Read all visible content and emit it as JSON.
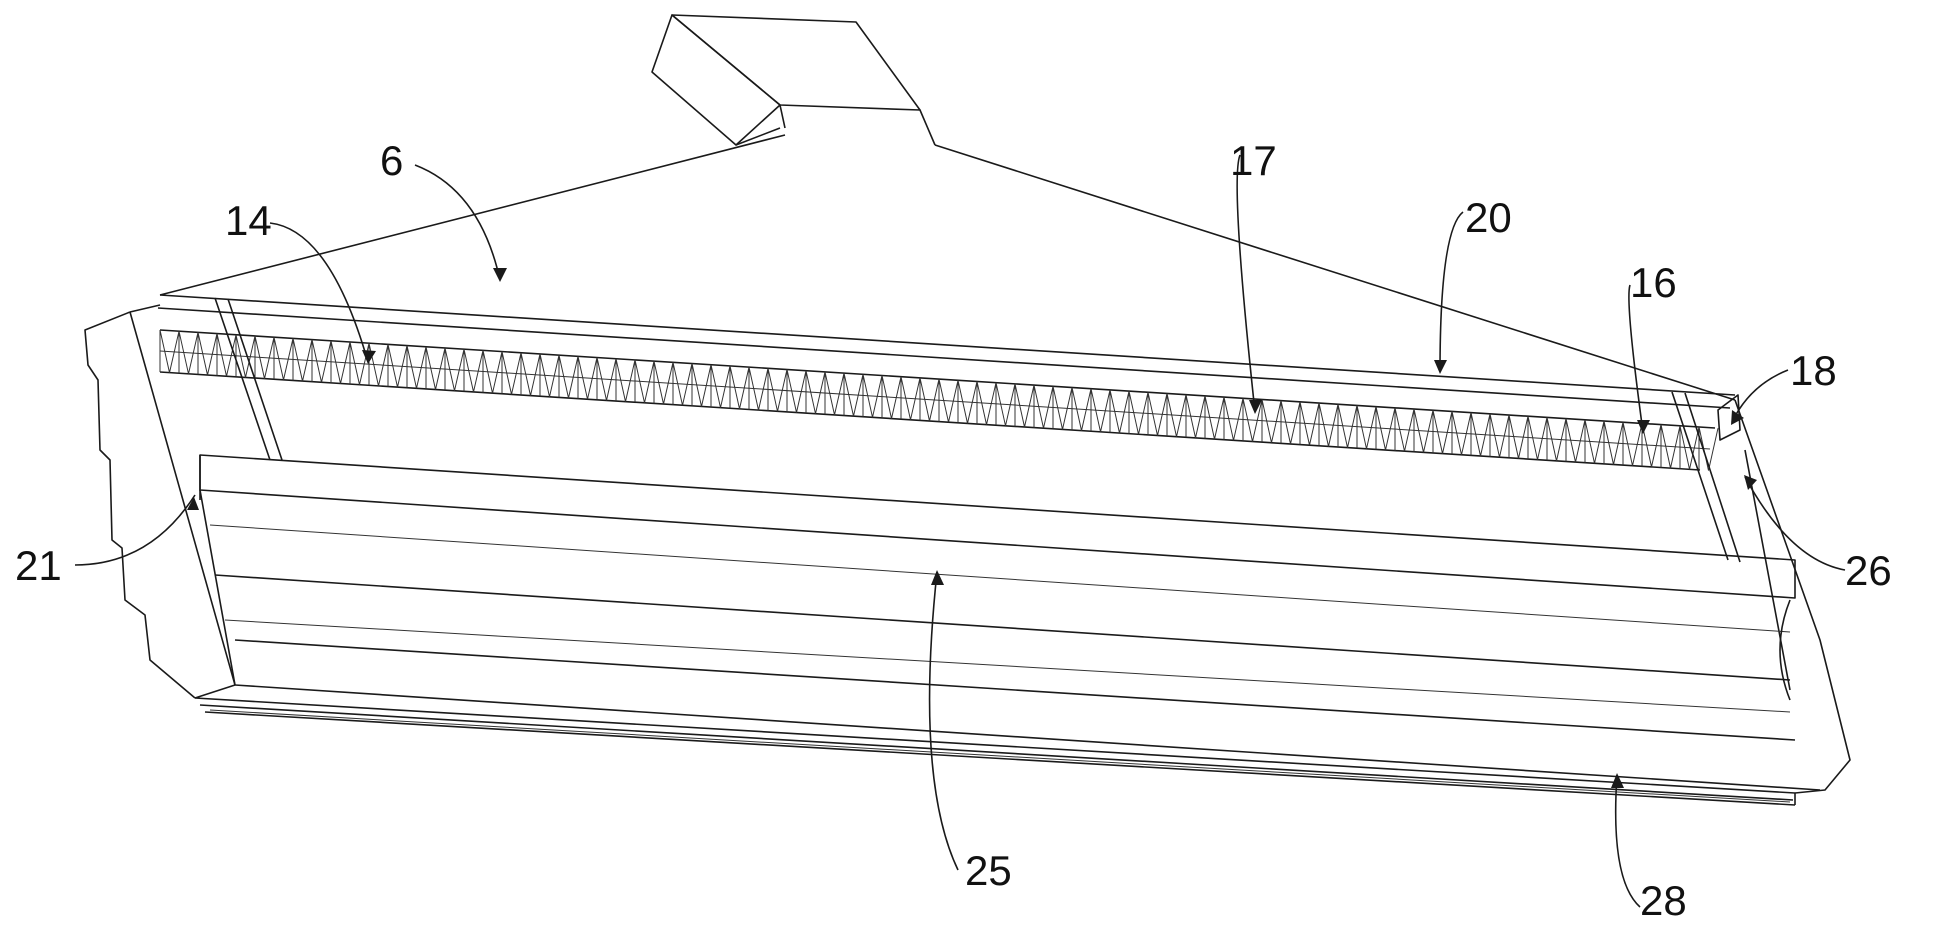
{
  "labels": {
    "l6": "6",
    "l14": "14",
    "l17": "17",
    "l20": "20",
    "l16": "16",
    "l18": "18",
    "l21": "21",
    "l26": "26",
    "l25": "25",
    "l28": "28"
  },
  "colors": {
    "line": "#1a1a1a",
    "background": "#ffffff"
  }
}
